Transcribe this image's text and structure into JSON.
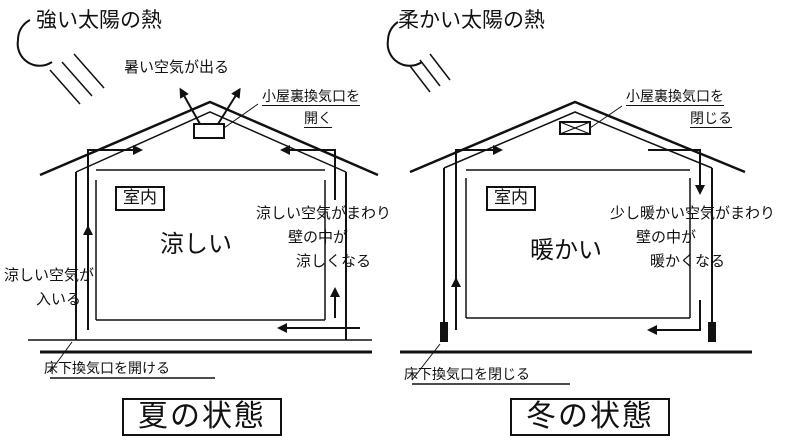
{
  "summer": {
    "sun_label": "強い太陽の熱",
    "hot_air_out": "暑い空気が出る",
    "attic_vent": [
      "小屋裏換気口を",
      "開く"
    ],
    "room_label": "室内",
    "temp": "涼しい",
    "wall_note": [
      "涼しい空気がまわり",
      "壁の中が",
      "涼しくなる"
    ],
    "air_in": [
      "涼しい空気が",
      "入いる"
    ],
    "floor_vent": "床下換気口を開ける",
    "state": "夏の状態"
  },
  "winter": {
    "sun_label": "柔かい太陽の熱",
    "attic_vent": [
      "小屋裏換気口を",
      "閉じる"
    ],
    "room_label": "室内",
    "temp": "暖かい",
    "wall_note": [
      "少し暖かい空気がまわり",
      "壁の中が",
      "暖かくなる"
    ],
    "floor_vent": "床下換気口を閉じる",
    "state": "冬の状態"
  }
}
